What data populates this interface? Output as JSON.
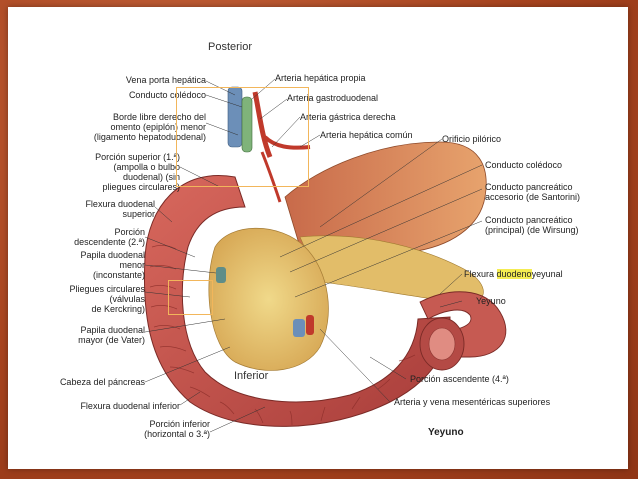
{
  "slide": {
    "callout_posterior": "Posterior",
    "callout_inferior": "Inferior"
  },
  "figure": {
    "left_labels": [
      {
        "id": "vena-porta",
        "text": "Vena porta hepática"
      },
      {
        "id": "conducto-coledoco-l",
        "text": "Conducto colédoco"
      },
      {
        "id": "borde-libre",
        "text": "Borde libre derecho del\nomento (epiplón) menor\n(ligamento hepatoduodenal)"
      },
      {
        "id": "porcion-superior",
        "text": "Porción superior (1.ª)\n(ampolla o bulbo\nduodenal) (sin\npliegues circulares)"
      },
      {
        "id": "flexura-superior",
        "text": "Flexura duodenal\nsuperior"
      },
      {
        "id": "porcion-descendente",
        "text": "Porción\ndescendente (2.ª)"
      },
      {
        "id": "papila-menor",
        "text": "Papila duodenal\nmenor\n(inconstante)"
      },
      {
        "id": "pliegues",
        "text": "Pliegues circulares\n(válvulas\nde Kerckring)"
      },
      {
        "id": "papila-mayor",
        "text": "Papila duodenal\nmayor (de Vater)"
      },
      {
        "id": "cabeza-pancreas",
        "text": "Cabeza del páncreas"
      },
      {
        "id": "flexura-inferior",
        "text": "Flexura duodenal inferior"
      },
      {
        "id": "porcion-inferior",
        "text": "Porción inferior\n(horizontal o 3.ª)"
      }
    ],
    "top_labels": [
      {
        "id": "arteria-propia",
        "text": "Arteria hepática propia"
      },
      {
        "id": "arteria-gastroduodenal",
        "text": "Arteria gastroduodenal"
      },
      {
        "id": "arteria-gastrica",
        "text": "Arteria gástrica derecha"
      },
      {
        "id": "arteria-comun",
        "text": "Arteria hepática común"
      }
    ],
    "right_labels": [
      {
        "id": "orificio-pilorico",
        "text": "Orificio pilórico"
      },
      {
        "id": "conducto-coledoco-r",
        "text": "Conducto colédoco"
      },
      {
        "id": "conducto-santorini",
        "text": "Conducto pancreático\naccesorio (de Santorini)"
      },
      {
        "id": "conducto-wirsung",
        "text": "Conducto pancreático\n(principal) (de Wirsung)"
      },
      {
        "id": "yeyuno-r",
        "text": "Yeyuno"
      },
      {
        "id": "porcion-ascendente",
        "text": "Porción ascendente (4.ª)"
      },
      {
        "id": "arteria-mesenterica",
        "text": "Arteria y vena mesentéricas superiores"
      }
    ],
    "flexura_yeyunal": {
      "before": "Flexura ",
      "highlight": "duodeno",
      "after": "yeyunal"
    },
    "bottom_label": "Yeyuno"
  },
  "colors": {
    "background": "#b5512a",
    "highlight_box": "#f2b65b",
    "text_highlight": "#f4ec52",
    "duodenum": "#c9574f",
    "pancreas": "#e8c56a"
  }
}
